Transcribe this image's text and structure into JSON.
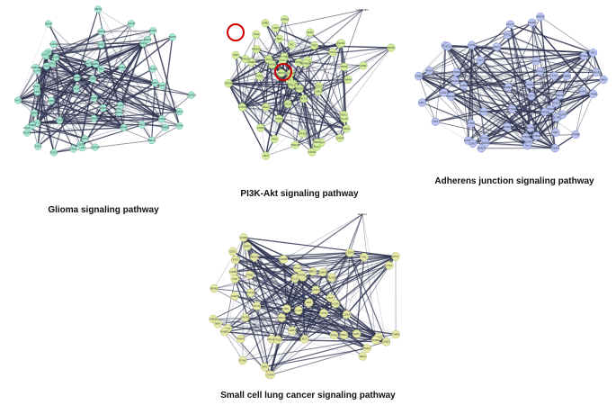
{
  "networks": [
    {
      "id": "glioma",
      "caption": "Glioma signaling pathway",
      "node_color": "#a6ebd6",
      "node_stroke": "#6fb39e",
      "edge_color": "#2e3350",
      "node_labels": [
        "PIK3CA",
        "PIK3CB",
        "PIK3CD",
        "PIK3R1",
        "PIK3R2",
        "AKT1",
        "AKT2",
        "AKT3",
        "MTOR",
        "PTEN",
        "EGFR",
        "PDGFRA",
        "PDGFRB",
        "IGF1R",
        "KRAS",
        "HRAS",
        "NRAS",
        "BRAF",
        "RAF1",
        "MAP2K1",
        "MAP2K2",
        "MAPK1",
        "MAPK3",
        "CDK4",
        "CDK6",
        "CDKN2A",
        "RB1",
        "TP53",
        "MDM2",
        "E2F1",
        "CCND1",
        "SHC1",
        "GRB2",
        "SOS1",
        "PLCG1",
        "PRKCA",
        "CALM1",
        "CAMK2A",
        "TGFA",
        "PDGFA",
        "PDGFB",
        "IGF1",
        "E2F3",
        "CDKN1A",
        "SOS2",
        "PLCG2",
        "PRKCB",
        "CALM2",
        "CAMK2B",
        "MAPK",
        "EGF",
        "SHC2",
        "GRB2B",
        "ARAF",
        "CAMK2G",
        "PRKCG",
        "E2F2",
        "CALML3"
      ]
    },
    {
      "id": "pi3k",
      "caption": "PI3K-Akt signaling pathway",
      "node_color": "#d5ee9e",
      "node_stroke": "#9cbc5e",
      "edge_color": "#2e3350",
      "highlight_color": "#cc0000",
      "outlier_label": "MAP3K8P2",
      "node_labels": [
        "PIK3CA",
        "AKT1",
        "PTEN",
        "MTOR",
        "EGFR",
        "KRAS",
        "HRAS",
        "TP53",
        "GSK3B",
        "FOXO3",
        "BCL2",
        "MYC",
        "CCND1",
        "CDK4",
        "CDK6",
        "RPS6",
        "EIF4E",
        "TSC2",
        "RHEB",
        "IRS1",
        "IGF1R",
        "INSR",
        "JAK2",
        "STAT5A",
        "SOS1",
        "GRB2",
        "PDK1",
        "ITGB1",
        "FN1",
        "COL1A1",
        "LAMA1",
        "VEGFA",
        "KDR",
        "FLT1",
        "FGF2",
        "FGFR1",
        "NOS3",
        "CREB1",
        "IL6",
        "IKBKB",
        "NFKB1",
        "RELA",
        "CDKN1B",
        "MDM2",
        "BAD",
        "CASP9",
        "PPP2CA",
        "YWHAZ",
        "HSP90AA1",
        "SGK1",
        "PRKAA1",
        "TLR4",
        "MAP3K8P2",
        "EPOR",
        "GNB1",
        "CHUK"
      ]
    },
    {
      "id": "adherens",
      "caption": "Adherens junction signaling pathway",
      "node_color": "#b9c4f0",
      "node_stroke": "#7d8bc9",
      "edge_color": "#2e3350",
      "node_labels": [
        "CDH1",
        "CTNNB1",
        "CTNNA1",
        "CTNND1",
        "ACTB",
        "ACTN1",
        "VCL",
        "SRC",
        "FYN",
        "YES1",
        "EGFR",
        "MET",
        "FGFR1",
        "IGF1R",
        "INSR",
        "ERBB2",
        "PTPRF",
        "PTPRB",
        "PTPN1",
        "PTPN6",
        "RAC1",
        "CDC42",
        "IQGAP1",
        "WASF2",
        "WAS",
        "SMAD2",
        "SMAD3",
        "SMAD4",
        "TGFBR1",
        "TGFBR2",
        "LEF1",
        "TCF7",
        "TCF7L1",
        "TCF7L2",
        "MAPK1",
        "MAPK3",
        "CSNK2A1",
        "CSNK2B",
        "LMO7",
        "SSX2IP",
        "SORBS1",
        "PVRL1",
        "AFDN",
        "BAIAP2",
        "NECTIN2",
        "ACTN4",
        "WASF3",
        "TJP1",
        "CTNNA3",
        "PARD3",
        "RHOA",
        "ROCK1",
        "MLLT4",
        "CTNND2"
      ]
    },
    {
      "id": "sclc",
      "caption": "Small cell lung cancer signaling pathway",
      "node_color": "#e6eaa6",
      "node_stroke": "#b3b867",
      "edge_color": "#2e3350",
      "outlier_label": "MAX1L2",
      "node_labels": [
        "TP53",
        "RB1",
        "MYC",
        "MYCN",
        "MYCL",
        "BCL2",
        "BCL2L1",
        "CDK4",
        "CDK6",
        "CCND1",
        "CCNE1",
        "CDKN1B",
        "PIK3CA",
        "AKT1",
        "PTEN",
        "PTK2",
        "ITGA2",
        "ITGB1",
        "LAMA1",
        "LAMB1",
        "LAMC1",
        "COL4A1",
        "FN1",
        "NFKB1",
        "RELA",
        "IKBKB",
        "TRAF1",
        "TRAF2",
        "BIRC2",
        "BIRC3",
        "XIAP",
        "CASP9",
        "CYCS",
        "APAF1",
        "FHIT",
        "RARB",
        "RXRA",
        "PTGS2",
        "NOS2",
        "E2F1",
        "E2F2",
        "MAX",
        "SKP2",
        "CKS1B",
        "ITGA6",
        "ITGAV",
        "CHUK",
        "NFKBIA",
        "BAX",
        "MAX1L2",
        "CDK2",
        "PIK3R1",
        "CCNE2",
        "TRAF3",
        "RXRB",
        "LAMB3",
        "COL4A2"
      ]
    }
  ]
}
